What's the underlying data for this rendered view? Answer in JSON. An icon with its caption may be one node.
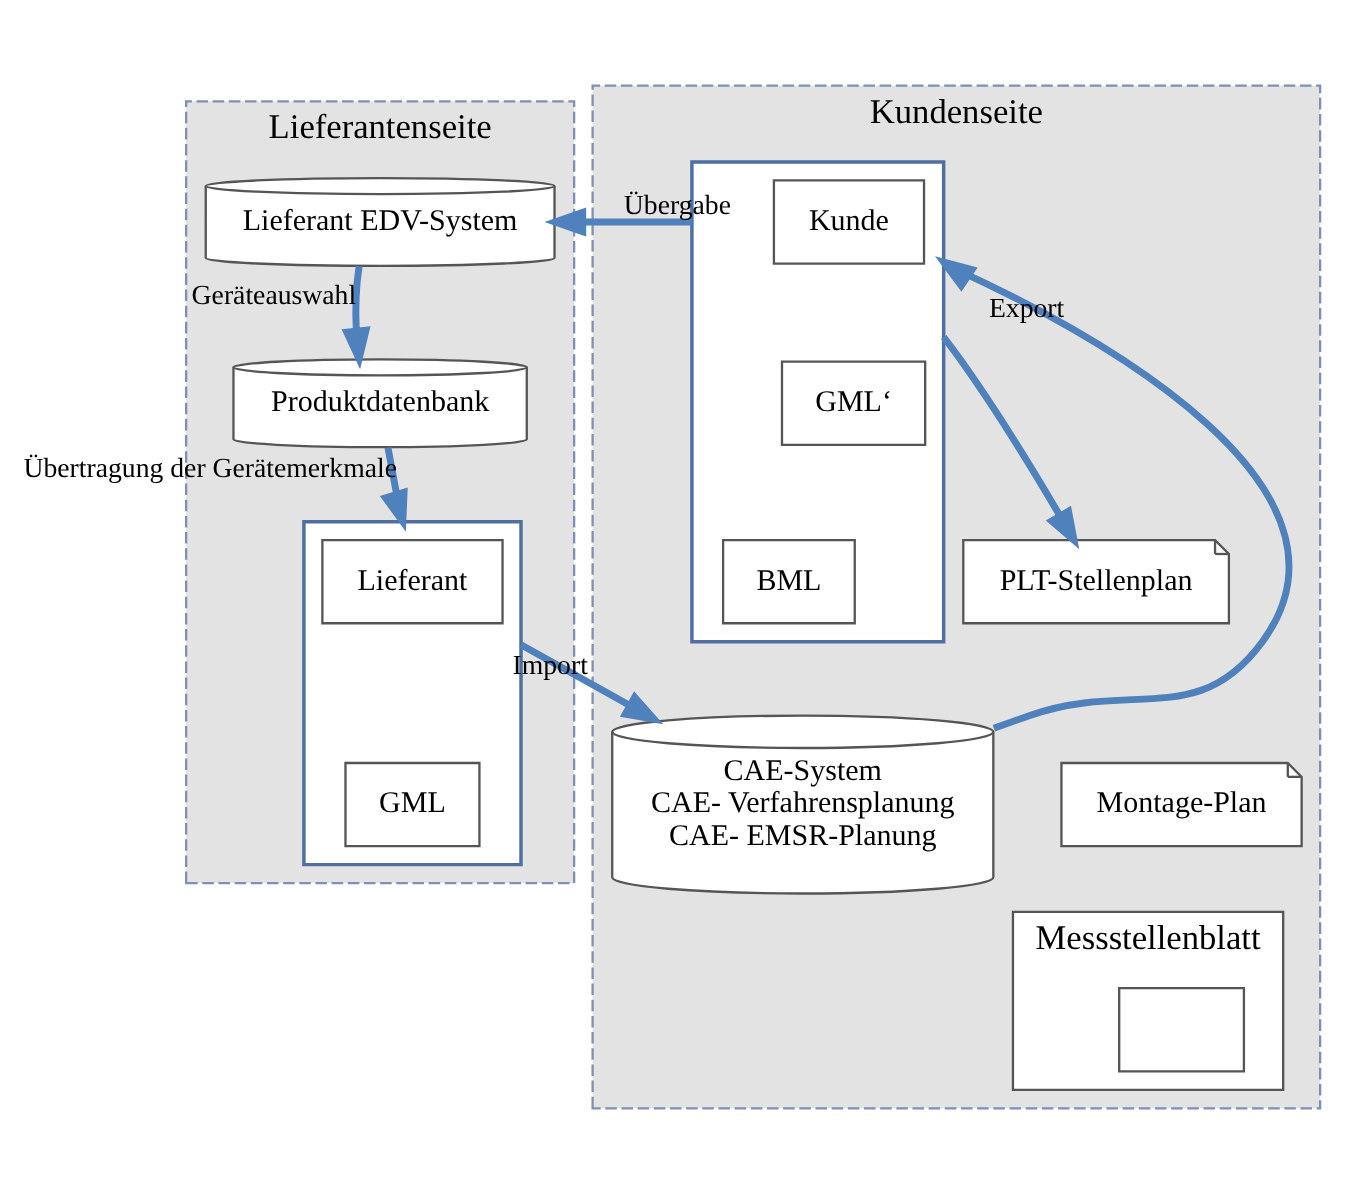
{
  "diagram": {
    "nodes": [
      {
        "text": [
          "Lieferantenseite"
        ]
      },
      {
        "text": [
          "Kundenseite"
        ]
      },
      {
        "text": [
          "Lieferant EDV-System"
        ],
        "in": 0
      },
      {
        "text": [
          "Produktdatenbank"
        ],
        "in": 0
      },
      {
        "text": [],
        "shape": "box",
        "in": 0
      },
      {
        "text": [
          "Lieferant"
        ],
        "in": 4
      },
      {
        "text": [
          "GML"
        ],
        "in": 4
      },
      {
        "text": [],
        "shape": "box",
        "in": 1
      },
      {
        "text": [
          "Kunde"
        ],
        "in": 7
      },
      {
        "text": [
          "BML"
        ],
        "in": 7
      },
      {
        "text": [
          "GML‘"
        ],
        "in": 7
      },
      {
        "text": [
          "CAE-System",
          "CAE- Verfahrensplanung",
          "CAE- EMSR-Planung"
        ],
        "in": 1
      },
      {
        "text": [
          "PLT-Stellenplan"
        ],
        "in": 1
      },
      {
        "text": [
          "Montage-Plan"
        ],
        "in": 1
      },
      {
        "text": [
          "Messstellenblatt"
        ],
        "in": 1
      },
      {
        "text": [],
        "shape": "box",
        "in": 14
      }
    ],
    "edges": [
      {
        "from": 7,
        "to": 2,
        "arrow": "to",
        "label": "Übergabe"
      },
      {
        "from": 2,
        "to": 3,
        "arrow": "to",
        "label": "Geräteauswahl"
      },
      {
        "from": 3,
        "to": 4,
        "arrow": "to",
        "label": "Übertragung der Gerätemerkmale"
      },
      {
        "from": 4,
        "to": 11,
        "arrow": "to",
        "label": "Import"
      },
      {
        "from": 11,
        "to": 7,
        "arrow": "to",
        "label": "Export"
      },
      {
        "from": 7,
        "to": 12,
        "arrow": "to"
      }
    ]
  }
}
